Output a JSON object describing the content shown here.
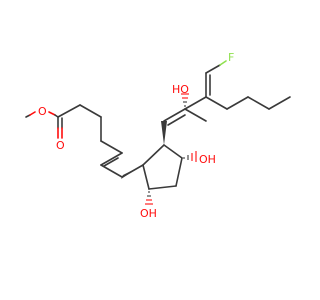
{
  "molecule": {
    "atoms": {
      "ester_carbonyl_oxygen": "O",
      "ester_ether_oxygen": "O",
      "fluorine": "F",
      "hydroxyl_side_chain": "HO",
      "hydroxyl_ring_upper": "OH",
      "hydroxyl_ring_lower": "OH"
    },
    "colors": {
      "bond": "#3a3a3a",
      "oxygen": "#ff0d0d",
      "fluorine": "#90e050",
      "background": "#ffffff"
    }
  }
}
